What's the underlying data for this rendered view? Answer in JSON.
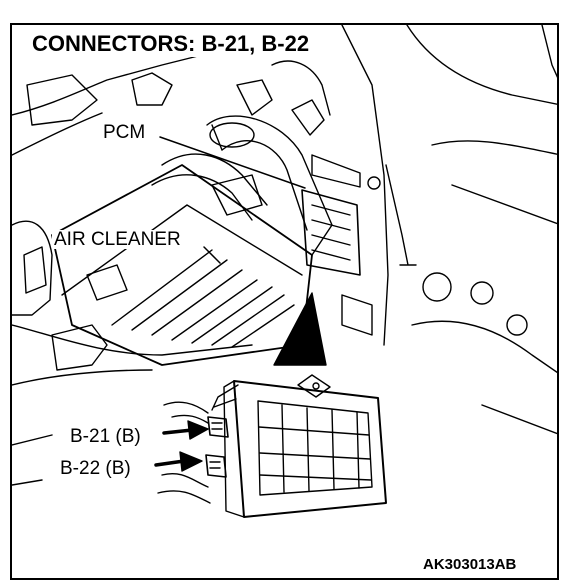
{
  "title": "CONNECTORS: B-21, B-22",
  "labels": {
    "pcm": "PCM",
    "air_cleaner": "AIR CLEANER",
    "b21": "B-21 (B)",
    "b22": "B-22 (B)"
  },
  "figure_code": "AK303013AB",
  "colors": {
    "line": "#000000",
    "background": "#ffffff"
  }
}
